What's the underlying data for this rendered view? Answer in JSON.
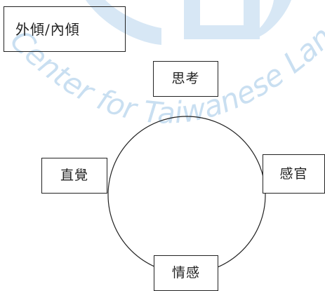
{
  "watermark": {
    "text": "Center for Taiwanese Langua",
    "color": "#cfe2f2",
    "shape_color": "#cfe2f2"
  },
  "diagram": {
    "type_box": "外傾/內傾",
    "functions": {
      "top": "思考",
      "left": "直覺",
      "right": "感官",
      "bottom": "情感"
    },
    "line_color": "#222222"
  }
}
